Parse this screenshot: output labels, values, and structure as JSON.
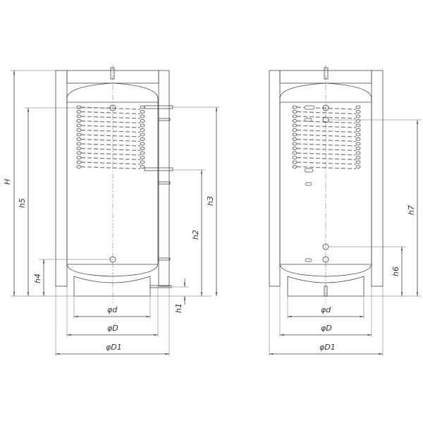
{
  "left_view": {
    "labels": {
      "H": "H",
      "h5": "h5",
      "h4": "h4",
      "h2": "h2",
      "h3": "h3",
      "h1": "h1",
      "d": "φd",
      "D": "φD",
      "D1": "φD1"
    }
  },
  "right_view": {
    "labels": {
      "h7": "h7",
      "h6": "h6",
      "d": "φd",
      "D": "φD",
      "D1": "φD1"
    }
  },
  "colors": {
    "line": "#444444",
    "hatch": "#777777"
  }
}
